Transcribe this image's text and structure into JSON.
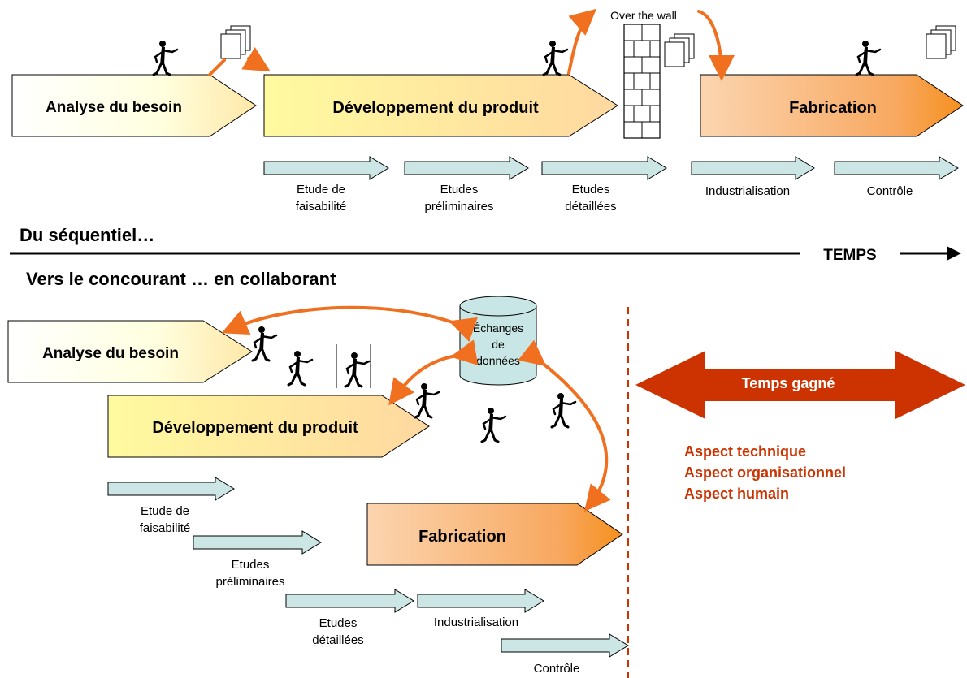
{
  "sequential": {
    "phases": {
      "analyse": "Analyse du besoin",
      "developpement": "Développement du produit",
      "fabrication": "Fabrication"
    },
    "over_the_wall": "Over the wall",
    "steps": {
      "faisabilite": [
        "Etude de",
        "faisabilité"
      ],
      "preliminaires": [
        "Etudes",
        "préliminaires"
      ],
      "detaillees": [
        "Etudes",
        "détaillées"
      ],
      "industrialisation": "Industrialisation",
      "controle": "Contrôle"
    },
    "section_title": "Du séquentiel…",
    "time_label": "TEMPS"
  },
  "concurrent": {
    "section_title": "Vers le concourant … en collaborant",
    "phases": {
      "analyse": "Analyse du besoin",
      "developpement": "Développement du produit",
      "fabrication": "Fabrication"
    },
    "database": [
      "Échanges",
      "de",
      "données"
    ],
    "steps": {
      "faisabilite": [
        "Etude de",
        "faisabilité"
      ],
      "preliminaires": [
        "Etudes",
        "préliminaires"
      ],
      "detaillees": [
        "Etudes",
        "détaillées"
      ],
      "industrialisation": "Industrialisation",
      "controle": "Contrôle"
    },
    "time_gained": "Temps gagné",
    "aspects": [
      "Aspect technique",
      "Aspect organisationnel",
      "Aspect humain"
    ]
  },
  "colors": {
    "orange_arrow": "#f07020",
    "step_arrow_fill": "#cce6e6",
    "time_gained": "#cc3300",
    "aspects_text": "#cc3300",
    "db_fill": "#c8e6e6"
  },
  "icons": [
    "stick-figure-icon",
    "document-stack-icon",
    "brick-wall-icon",
    "database-cylinder-icon"
  ]
}
